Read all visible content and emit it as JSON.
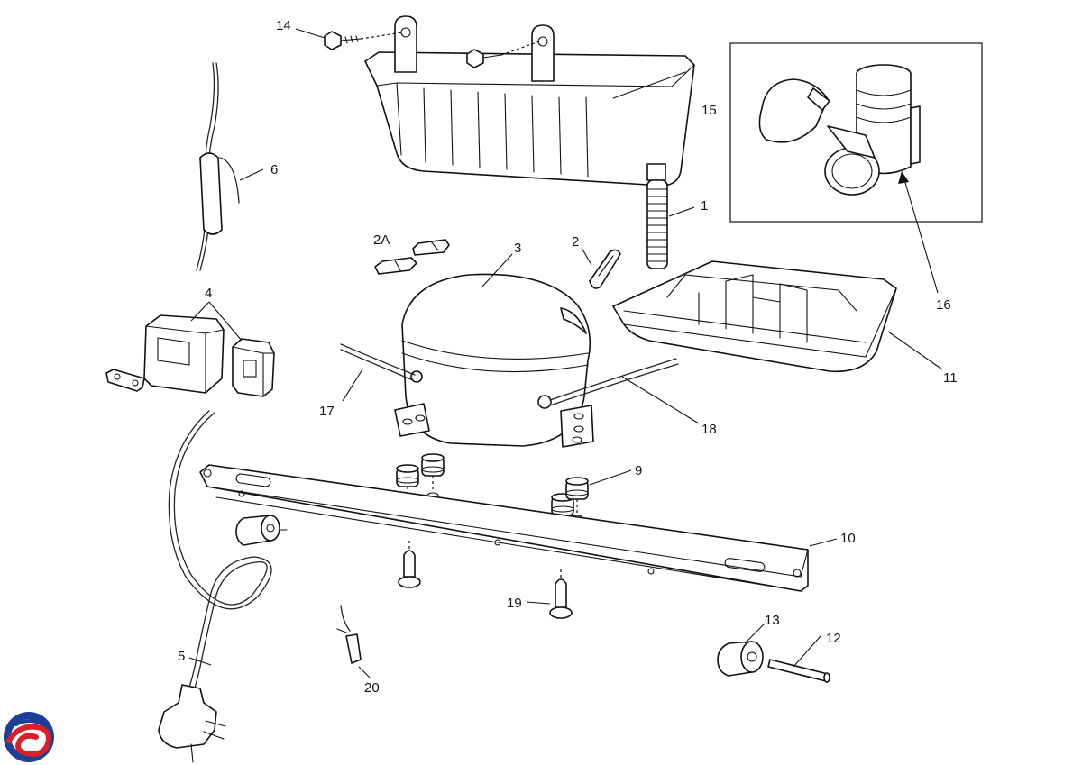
{
  "callouts": {
    "c1": "1",
    "c2": "2",
    "c2a": "2A",
    "c3": "3",
    "c4": "4",
    "c5": "5",
    "c6": "6",
    "c9": "9",
    "c10": "10",
    "c11": "11",
    "c12": "12",
    "c13": "13",
    "c14": "14",
    "c15": "15",
    "c16": "16",
    "c17": "17",
    "c18": "18",
    "c19": "19",
    "c20": "20"
  },
  "logo": {
    "icon": "brand-swirl-icon",
    "colors": [
      "#1d3f9a",
      "#d8202a"
    ]
  }
}
